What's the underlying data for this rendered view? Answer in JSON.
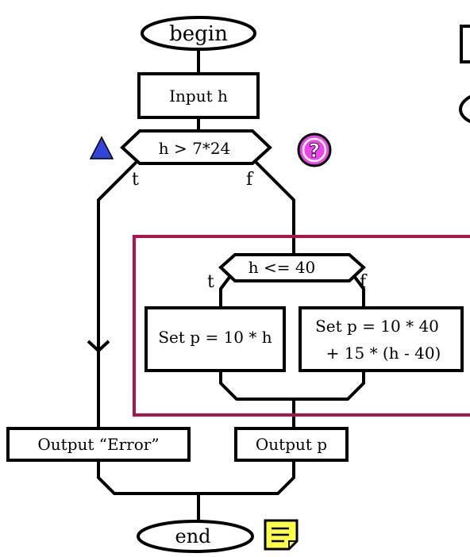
{
  "flowchart": {
    "begin_label": "begin",
    "input_label": "Input h",
    "decision1_label": "h > 7*24",
    "decision1_true": "t",
    "decision1_false": "f",
    "decision2_label": "h <= 40",
    "decision2_true": "t",
    "decision2_false": "f",
    "set_true_label": "Set p = 10 * h",
    "set_false_line1": "Set p = 10 * 40",
    "set_false_line2": "+ 15 * (h - 40)",
    "output_error_label": "Output “Error”",
    "output_p_label": "Output p",
    "end_label": "end"
  },
  "toolbar": {
    "help_glyph": "?",
    "help_icon": "question-mark-icon",
    "triangle_icon": "blue-triangle-icon",
    "note_icon": "note-icon"
  },
  "colors": {
    "selection_frame": "#b0134a",
    "help_fill": "#ee44ee",
    "triangle_fill": "#3344dd",
    "note_fill": "#ffff44"
  }
}
